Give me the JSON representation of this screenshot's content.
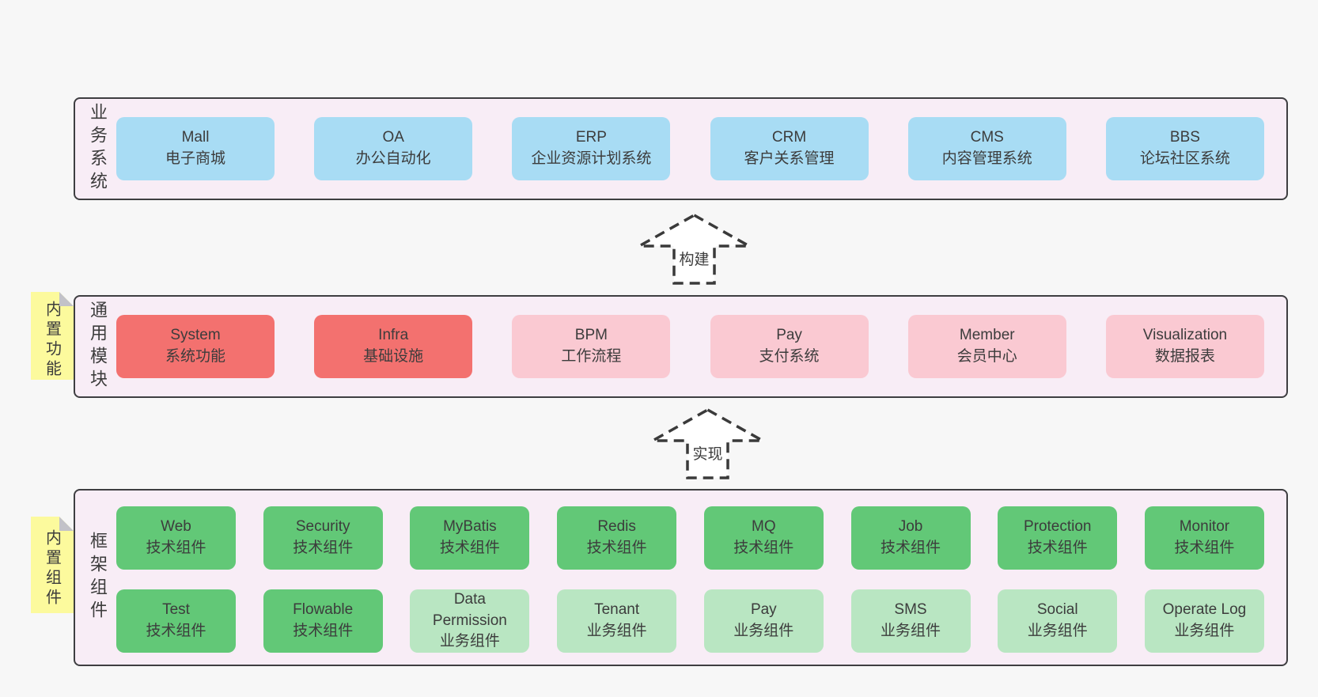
{
  "colors": {
    "page_bg": "#f7f7f7",
    "layer_bg": "#f8edf6",
    "layer_border": "#3e3e41",
    "text": "#3c3c3c",
    "arrow": "#3a3a3a",
    "sticky_yellow": "#fcfa9d",
    "fold_gray": "#c2c2c8",
    "blue": "#a8dcf4",
    "red": "#f3716f",
    "pink": "#fac9d2",
    "green": "#62c877",
    "green_light": "#b9e6c2"
  },
  "layers": [
    {
      "label": "业务系统",
      "boxes": [
        {
          "en": "Mall",
          "zh": "电子商城",
          "variant": "blue"
        },
        {
          "en": "OA",
          "zh": "办公自动化",
          "variant": "blue"
        },
        {
          "en": "ERP",
          "zh": "企业资源计划系统",
          "variant": "blue"
        },
        {
          "en": "CRM",
          "zh": "客户关系管理",
          "variant": "blue"
        },
        {
          "en": "CMS",
          "zh": "内容管理系统",
          "variant": "blue"
        },
        {
          "en": "BBS",
          "zh": "论坛社区系统",
          "variant": "blue"
        }
      ]
    },
    {
      "label": "通用模块",
      "sticky": "内置功能",
      "boxes": [
        {
          "en": "System",
          "zh": "系统功能",
          "variant": "red"
        },
        {
          "en": "Infra",
          "zh": "基础设施",
          "variant": "red"
        },
        {
          "en": "BPM",
          "zh": "工作流程",
          "variant": "pink"
        },
        {
          "en": "Pay",
          "zh": "支付系统",
          "variant": "pink"
        },
        {
          "en": "Member",
          "zh": "会员中心",
          "variant": "pink"
        },
        {
          "en": "Visualization",
          "zh": "数据报表",
          "variant": "pink"
        }
      ]
    },
    {
      "label": "框架组件",
      "sticky": "内置组件",
      "rows": [
        [
          {
            "en": "Web",
            "zh": "技术组件",
            "variant": "green"
          },
          {
            "en": "Security",
            "zh": "技术组件",
            "variant": "green"
          },
          {
            "en": "MyBatis",
            "zh": "技术组件",
            "variant": "green"
          },
          {
            "en": "Redis",
            "zh": "技术组件",
            "variant": "green"
          },
          {
            "en": "MQ",
            "zh": "技术组件",
            "variant": "green"
          },
          {
            "en": "Job",
            "zh": "技术组件",
            "variant": "green"
          },
          {
            "en": "Protection",
            "zh": "技术组件",
            "variant": "green"
          },
          {
            "en": "Monitor",
            "zh": "技术组件",
            "variant": "green"
          }
        ],
        [
          {
            "en": "Test",
            "zh": "技术组件",
            "variant": "green"
          },
          {
            "en": "Flowable",
            "zh": "技术组件",
            "variant": "green"
          },
          {
            "en": "Data Permission",
            "zh": "业务组件",
            "variant": "green_light"
          },
          {
            "en": "Tenant",
            "zh": "业务组件",
            "variant": "green_light"
          },
          {
            "en": "Pay",
            "zh": "业务组件",
            "variant": "green_light"
          },
          {
            "en": "SMS",
            "zh": "业务组件",
            "variant": "green_light"
          },
          {
            "en": "Social",
            "zh": "业务组件",
            "variant": "green_light"
          },
          {
            "en": "Operate Log",
            "zh": "业务组件",
            "variant": "green_light"
          }
        ]
      ]
    }
  ],
  "arrows": [
    {
      "label": "构建"
    },
    {
      "label": "实现"
    }
  ]
}
